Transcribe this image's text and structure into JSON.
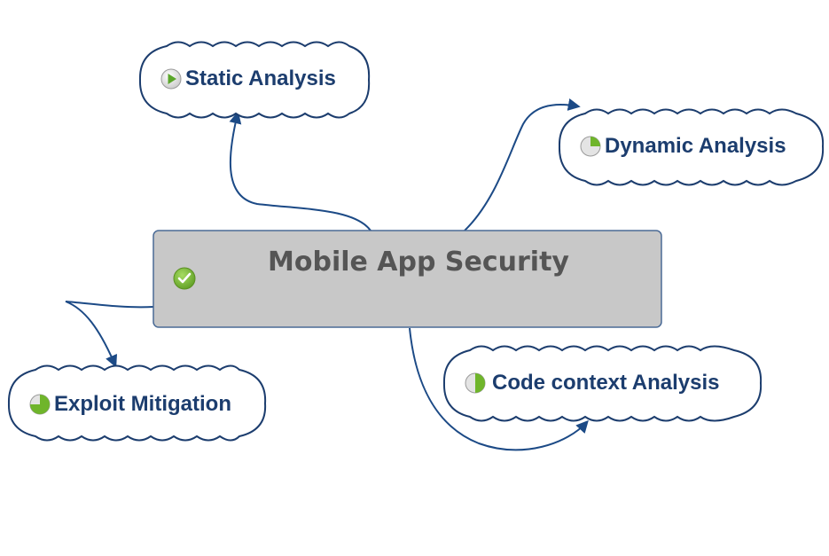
{
  "central": {
    "title": "Mobile App Security",
    "status_icon": "check-circle-icon"
  },
  "branches": [
    {
      "id": "static-analysis",
      "label": "Static Analysis",
      "task_icon": "play-icon",
      "progress": 0
    },
    {
      "id": "dynamic-analysis",
      "label": "Dynamic Analysis",
      "task_icon": "progress-pie-icon",
      "progress": 0.25
    },
    {
      "id": "code-context-analysis",
      "label": "Code context Analysis",
      "task_icon": "progress-pie-icon",
      "progress": 0.5
    },
    {
      "id": "exploit-mitigation",
      "label": "Exploit Mitigation",
      "task_icon": "progress-pie-icon",
      "progress": 0.75
    }
  ],
  "colors": {
    "connector": "#1c4a86",
    "cloud_stroke": "#1c3d6e",
    "cloud_fill": "#ffffff",
    "label_text": "#1c3d6e",
    "central_fill": "#c8c8c8",
    "central_stroke": "#4a6a96",
    "central_text": "#555555",
    "check_green": "#7dbd3a",
    "pie_green": "#6fb52b",
    "pie_bg": "#e4e4e4"
  }
}
